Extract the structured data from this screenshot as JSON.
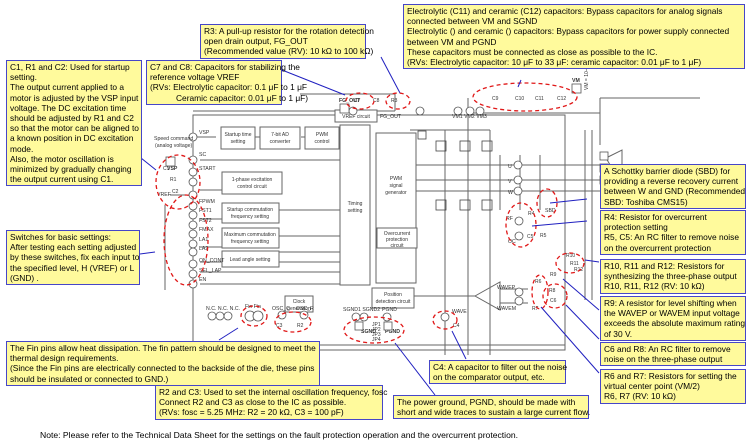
{
  "notes": {
    "r3": {
      "lines": [
        "R3: A pull-up resistor for the rotation detection",
        "open drain output, FG_OUT",
        "(Recommended value (RV): 10 kΩ to 100 kΩ)"
      ]
    },
    "c11c12": {
      "lines": [
        "Electrolytic (C11) and ceramic (C12) capacitors: Bypass capacitors for analog signals",
        "connected between VM and SGND",
        "Electrolytic () and ceramic () capacitors: Bypass capacitors for power supply connected",
        "between VM and PGND",
        "These capacitors must be connected as close as possible to the IC.",
        "(RVs: Electrolytic capacitor: 10 μF to 33 μF: ceramic capacitor: 0.01 μF to 1 μF)"
      ]
    },
    "c1r1c2": {
      "lines": [
        "C1, R1 and C2: Used for startup",
        "setting.",
        "The output current applied to a",
        "motor is adjusted by the VSP input",
        "voltage. The DC excitation time",
        "should be adjusted by R1 and C2",
        "so that the motor can be aligned to",
        "a known position in DC excitation",
        "mode.",
        "Also, the motor oscillation is",
        "minimized by gradually changing",
        "the output current using C1."
      ]
    },
    "c7c8": {
      "lines": [
        "C7 and C8: Capacitors for stabilizing the",
        "reference voltage VREF",
        "(RVs: Electrolytic capacitor: 0.1 μF to 1 μF",
        "Ceramic capacitor: 0.01 μF to 1 μF)"
      ]
    },
    "sbd": {
      "lines": [
        "A Schottky barrier diode (SBD) for",
        "providing a reverse recovery current",
        "between W and GND (Recommended",
        "SBD: Toshiba CMS15)"
      ]
    },
    "r4r5c5": {
      "lines": [
        "R4: Resistor for overcurrent",
        "protection setting",
        "R5, C5: An RC filter to remove noise",
        "on the overcurrent protection"
      ]
    },
    "switches": {
      "lines": [
        "Switches for basic settings:",
        "After testing each setting adjusted",
        "by these switches, fix each input to",
        "the specified level, H (VREF) or L",
        "(GND) ."
      ]
    },
    "r10r11r12": {
      "lines": [
        "R10, R11 and R12: Resistors for",
        "synthesizing the three-phase output",
        "R10, R11, R12 (RV: 10 kΩ)"
      ]
    },
    "r9": {
      "lines": [
        "R9: A resistor for level shifting when",
        "the WAVEP or WAVEM input voltage",
        "exceeds the absolute maximum rating",
        "of 30 V."
      ]
    },
    "c6r8": {
      "lines": [
        "C6 and R8: An RC filter to remove",
        "noise on the three-phase output"
      ]
    },
    "fin": {
      "lines": [
        "The Fin pins allow heat dissipation. The fin pattern should be designed to meet the",
        "thermal design requirements.",
        "(Since the Fin pins are electrically connected to the backside of the die, these pins",
        "should be insulated or connected to GND.)"
      ]
    },
    "c4": {
      "lines": [
        "C4: A capacitor to filter out the noise",
        "on the comparator output, etc."
      ]
    },
    "r6r7": {
      "lines": [
        "R6 and R7: Resistors for setting the",
        "virtual center point (VM/2)",
        "R6, R7 (RV: 10 kΩ)"
      ]
    },
    "r2c3": {
      "lines": [
        "R2 and C3: Used to set the internal oscillation frequency, fosc",
        "Connect R2 and C3 as close to the IC as possible.",
        "(RVs: fosc = 5.25 MHz: R2 = 20 kΩ, C3 = 100 pF)"
      ]
    },
    "pgnd": {
      "lines": [
        "The power ground, PGND, should be made with",
        "short and wide traces to sustain a large current flow."
      ]
    }
  },
  "footer": "Note:   Please refer to the Technical Data Sheet for the settings on the fault protection operation and the overcurrent protection.",
  "circuit": {
    "blocks": {
      "startup_time": "Startup time setting",
      "ad_converter": "7-bit AD converter",
      "pwm_control": "PWM control",
      "one_phase": "1-phase excitation control circuit",
      "startup_comm": "Startup commutation frequency setting",
      "max_comm": "Maximum commutation frequency setting",
      "lead_angle": "Lead angle setting",
      "vref_circuit": "VREF circuit",
      "timing": "Timing setting",
      "pwm_signal": "PWM signal generator",
      "overcurrent": "Overcurrent protection circuit",
      "position": "Position detection circuit",
      "clock": "Clock generation"
    },
    "labels": {
      "speed_command": "Speed command",
      "analog_voltage": "(analog voltage)",
      "vsp_terminal": "VSP",
      "fg_out_terminal": "FG_OUT",
      "vm_terminal": "VM",
      "vm_range": "VM = 10-42V",
      "sgnd": "SGND",
      "pgnd": "PGND",
      "sbd": "SBD"
    },
    "pins": [
      "VSP",
      "SC",
      "START",
      "FPWM",
      "FST1",
      "FST2",
      "FMAX",
      "LA1",
      "LA2",
      "ON_CONT",
      "SEL_LAP",
      "EN",
      "VREF",
      "FG_OUT",
      "VM1",
      "VM2",
      "VM3",
      "U",
      "V",
      "W",
      "RF",
      "OC",
      "WAVEP",
      "WAVEM",
      "WAVE",
      "SGND1",
      "SGND2",
      "PGND",
      "OSC_C",
      "OSC_R",
      "N.C.",
      "Fin"
    ],
    "components": [
      "C1",
      "R1",
      "C2",
      "C7",
      "C8",
      "R3",
      "C9",
      "C10",
      "C11",
      "C12",
      "R4",
      "R5",
      "C5",
      "R6",
      "R7",
      "R8",
      "R9",
      "C6",
      "R10",
      "R11",
      "R12",
      "C3",
      "R2",
      "C4",
      "JP1",
      "JP2",
      "JP3",
      "JP4"
    ]
  },
  "colors": {
    "note_fill": "#fffa9c",
    "note_border": "#4646c8",
    "callout_line": "#2020c0",
    "dashed_circle": "#e01818",
    "wire": "#555555"
  }
}
